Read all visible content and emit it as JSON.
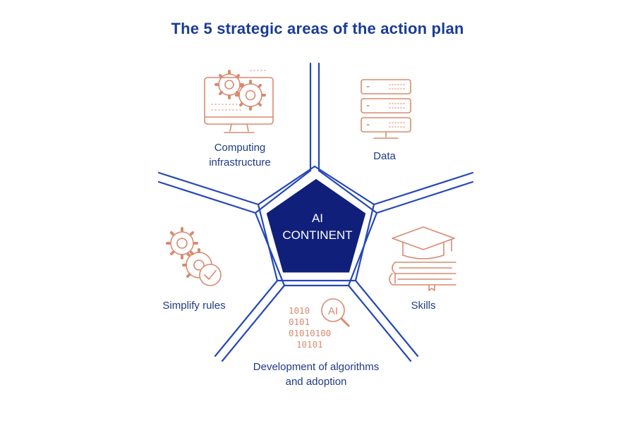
{
  "title": "The 5 strategic areas of the action plan",
  "center": {
    "label": "AI\nCONTINENT"
  },
  "areas": [
    {
      "label": "Computing\ninfrastructure",
      "icon": "computer-gears-icon"
    },
    {
      "label": "Data",
      "icon": "server-icon"
    },
    {
      "label": "Skills",
      "icon": "graduation-cap-books-icon"
    },
    {
      "label": "Development of algorithms\nand adoption",
      "icon": "binary-ai-search-icon"
    },
    {
      "label": "Simplify rules",
      "icon": "gears-check-icon"
    }
  ],
  "icon_text": {
    "ai": "AI",
    "binary_rows": [
      "1010",
      "0101",
      "01010100",
      "10101"
    ]
  },
  "colors": {
    "title": "#1a3c96",
    "lines": "#2447b8",
    "pentagon": "#10207a",
    "icons": "#d98a6f",
    "labels": "#1e3a8a"
  }
}
